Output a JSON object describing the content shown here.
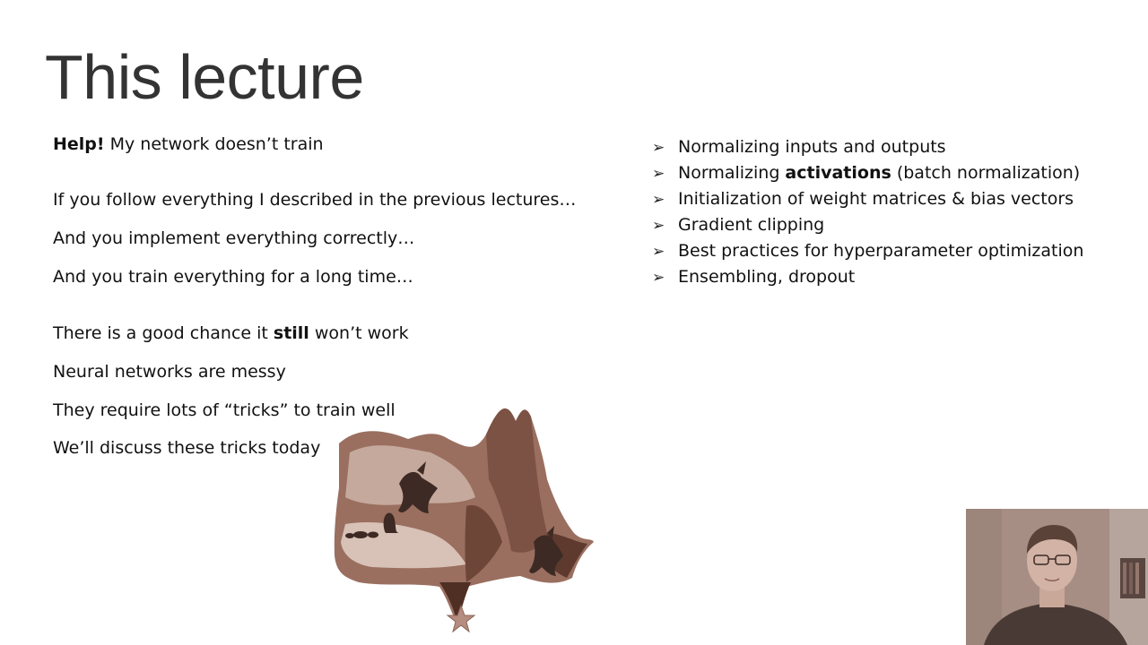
{
  "slide": {
    "title": "This lecture",
    "left": {
      "help_bold": "Help!",
      "help_rest": " My network doesn’t train",
      "line_follow": "If you follow everything I described in the previous lectures…",
      "line_implement": "And you implement everything correctly…",
      "line_train": "And you train everything for a long time…",
      "chance_pre": "There is a good chance it ",
      "chance_bold": "still",
      "chance_post": " won’t work",
      "line_messy": "Neural networks are messy",
      "line_tricks": "They require lots of “tricks” to train well",
      "line_discuss": "We’ll discuss these tricks today"
    },
    "right": {
      "bullet_glyph": "➢",
      "item1": "Normalizing inputs and outputs",
      "item2_pre": "Normalizing ",
      "item2_bold": "activations",
      "item2_post": " (batch normalization)",
      "item3": "Initialization of weight matrices & bias vectors",
      "item4": "Gradient clipping",
      "item5": "Best practices for hyperparameter optimization",
      "item6": "Ensembling, dropout"
    }
  },
  "colors": {
    "landscape": "#9a6f60",
    "landscape_dark": "#5e3a2e",
    "landscape_light": "#d8c1b6",
    "webcam_bg": "#a68e84"
  }
}
